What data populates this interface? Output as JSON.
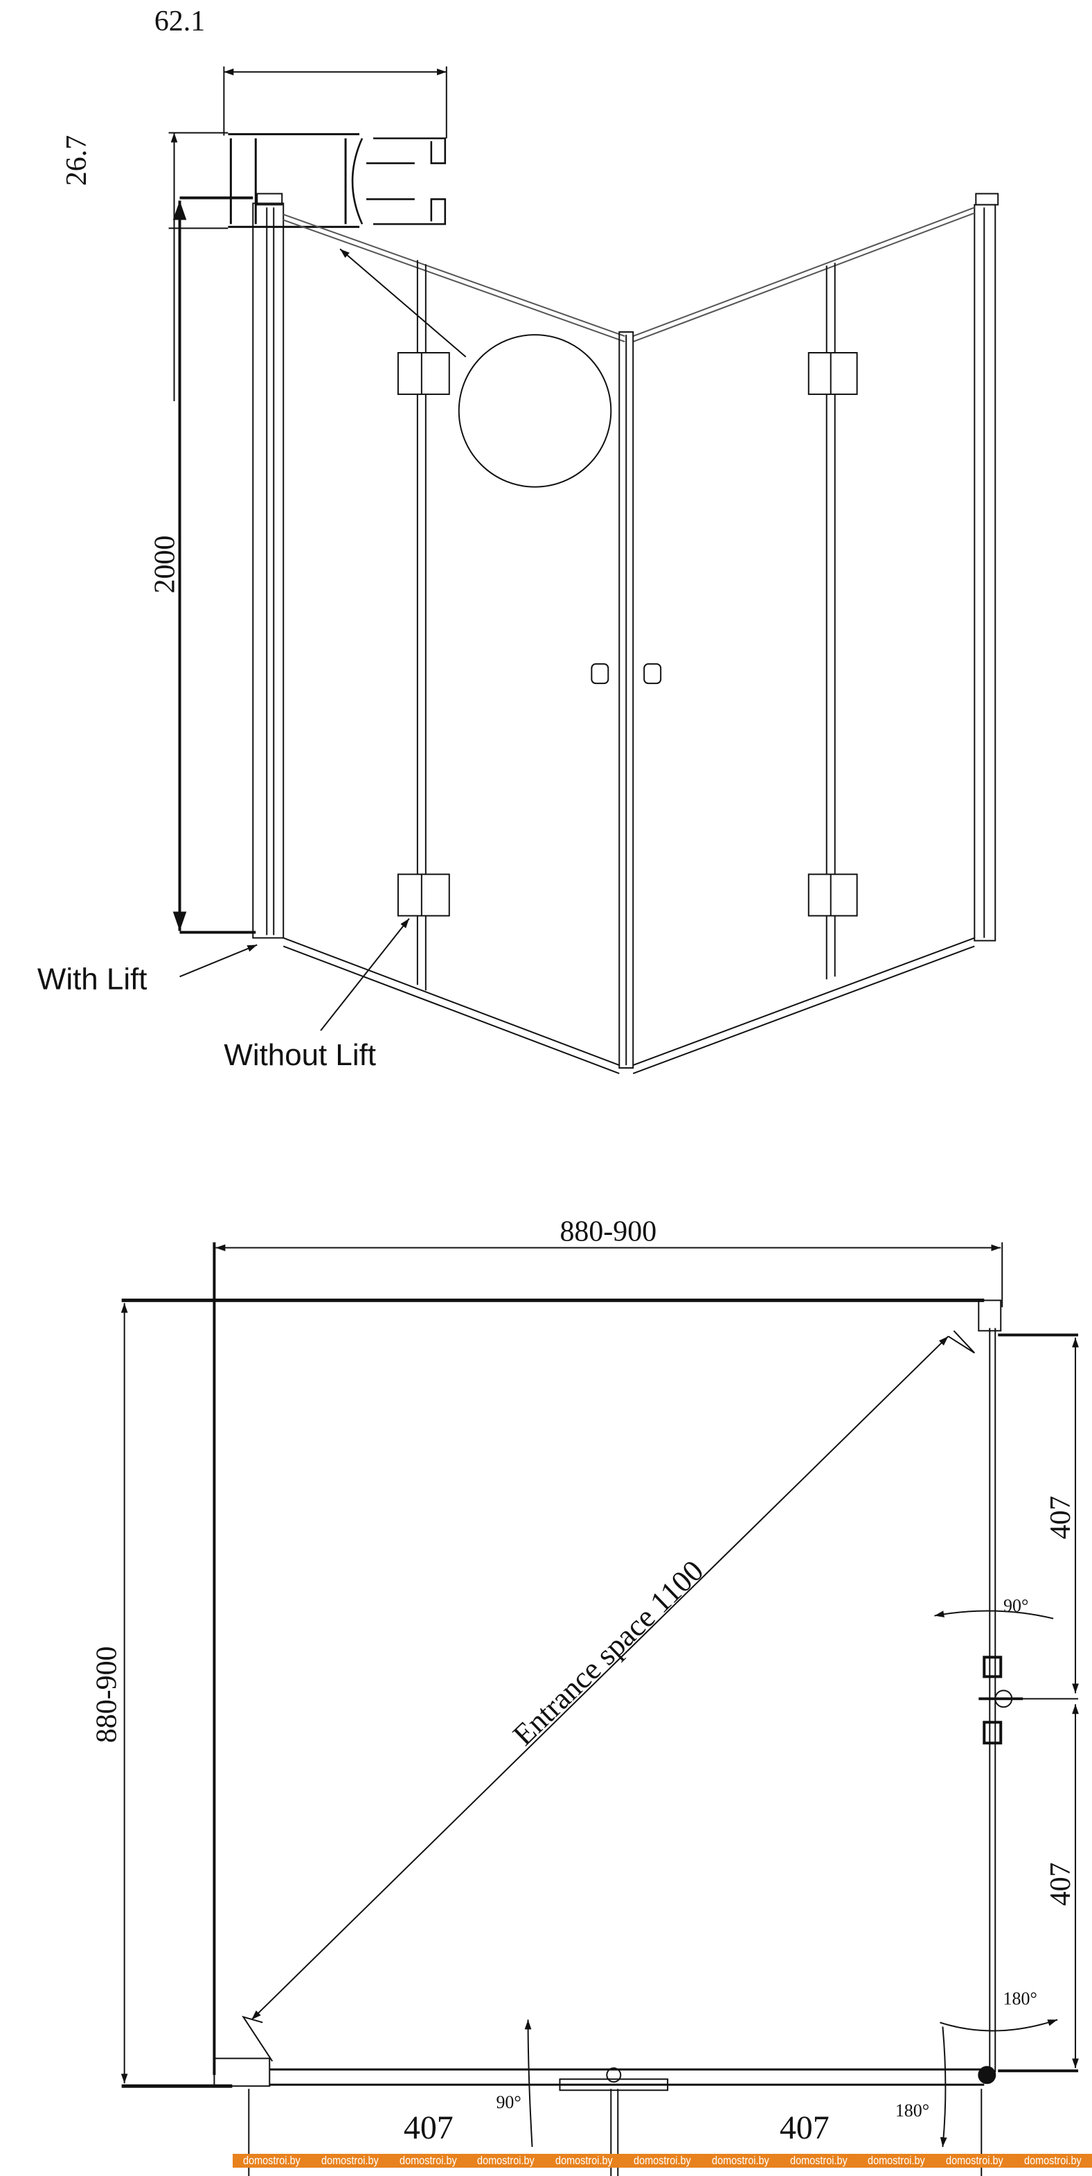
{
  "profile": {
    "width_label": "62.1",
    "height_label": "26.7"
  },
  "elevation": {
    "height_label": "2000",
    "with_lift_label": "With Lift",
    "without_lift_label": "Without Lift"
  },
  "plan": {
    "top_width_label": "880-900",
    "left_depth_label": "880-900",
    "right_upper_label": "407",
    "right_lower_label": "407",
    "bottom_left_label": "407",
    "bottom_right_label": "407",
    "diagonal_label": "Entrance space 1100",
    "angle_right_90": "90°",
    "angle_right_180": "180°",
    "angle_bottom_90": "90°",
    "angle_bottom_180": "180°"
  },
  "watermark": {
    "text": [
      "domostroi.by",
      "domostroi.by",
      "domostroi.by",
      "domostroi.by",
      "domostroi.by",
      "domostroi.by",
      "domostroi.by",
      "domostroi.by",
      "domostroi.by",
      "domostroi.by",
      "domostroi.by"
    ],
    "color": "#e8821e"
  }
}
